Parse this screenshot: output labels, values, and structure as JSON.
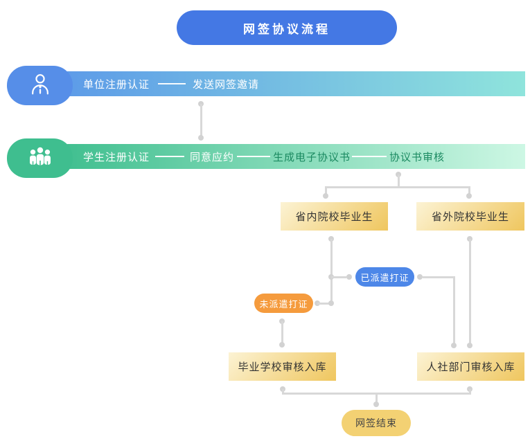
{
  "title": "网签协议流程",
  "lanes": [
    {
      "name": "unit",
      "icon": "person-icon",
      "steps": [
        "单位注册认证",
        "发送网签邀请"
      ]
    },
    {
      "name": "student",
      "icon": "group-icon",
      "steps": [
        "学生注册认证",
        "同意应约",
        "生成电子协议书",
        "协议书审核"
      ]
    }
  ],
  "nodes": {
    "in_province": "省内院校毕业生",
    "out_province": "省外院校毕业生",
    "dispatched": "已派遣打证",
    "not_dispatched": "未派遣打证",
    "school_review": "毕业学校审核入库",
    "hr_review": "人社部门审核入库",
    "finish": "网签结束"
  },
  "colors": {
    "title_blue": "#4478E4",
    "lane1_badge_blue": "#568EE8",
    "lane1_gradient_start": "#5C9AE8",
    "lane1_gradient_end": "#8FE4DC",
    "lane2_badge_green": "#3FBE8F",
    "lane2_gradient_start": "#3EBE8E",
    "lane2_gradient_end": "#CDF7E4",
    "lane2_dark_text": "#1B8A61",
    "node_yellow_start": "#FCF3D4",
    "node_yellow_end": "#EFC65E",
    "dispatched_blue": "#4D87E8",
    "not_dispatched_orange": "#F59B3D",
    "finish_yellow": "#F3D173",
    "connector_gray": "#D8D8D8"
  }
}
